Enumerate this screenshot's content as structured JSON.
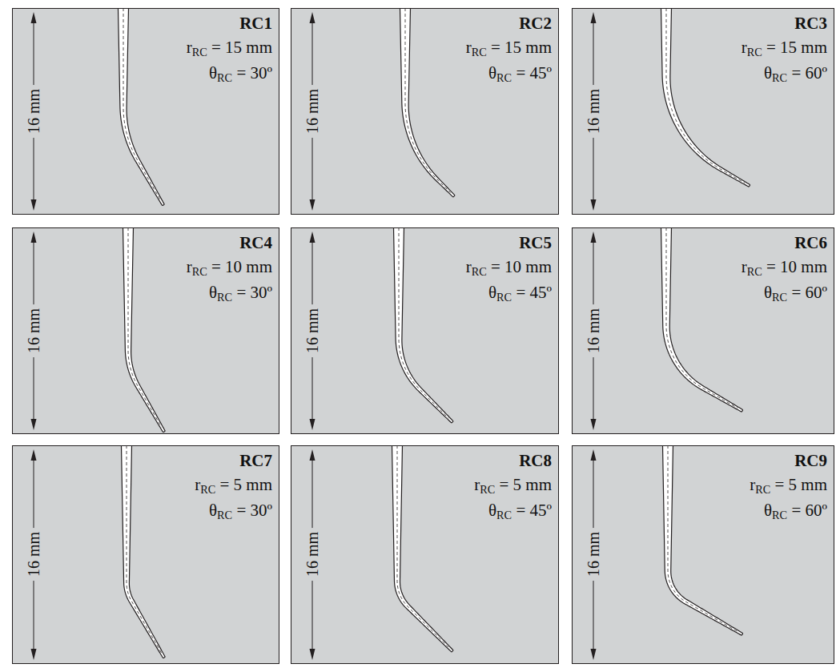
{
  "diagram": {
    "nodes": [
      {
        "text": [
          "RC1",
          "rRC = 15 mm",
          "θRC = 30º"
        ]
      },
      {
        "text": [
          "RC2",
          "rRC = 15 mm",
          "θRC = 45º"
        ]
      },
      {
        "text": [
          "RC3",
          "rRC = 15 mm",
          "θRC = 60º"
        ]
      },
      {
        "text": [
          "RC4",
          "rRC = 10 mm",
          "θRC = 30º"
        ]
      },
      {
        "text": [
          "RC5",
          "rRC = 10 mm",
          "θRC = 45º"
        ]
      },
      {
        "text": [
          "RC6",
          "rRC = 10 mm",
          "θRC = 60º"
        ]
      },
      {
        "text": [
          "RC7",
          "rRC = 5 mm",
          "θRC = 30º"
        ]
      },
      {
        "text": [
          "RC8",
          "rRC = 5 mm",
          "θRC = 45º"
        ]
      },
      {
        "text": [
          "RC9",
          "rRC = 5 mm",
          "θRC = 60º"
        ]
      }
    ],
    "labels": [
      "16 mm",
      "16 mm",
      "16 mm",
      "16 mm",
      "16 mm",
      "16 mm",
      "16 mm",
      "16 mm",
      "16 mm"
    ]
  }
}
